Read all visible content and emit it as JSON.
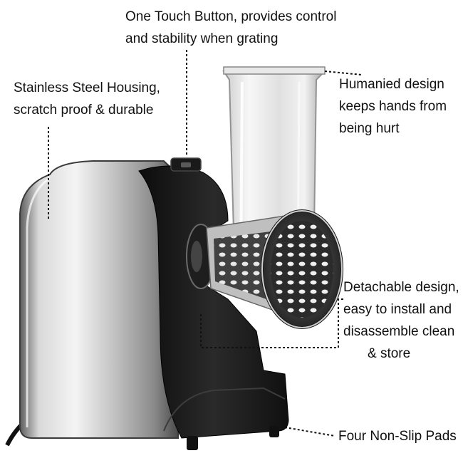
{
  "callouts": {
    "button": {
      "line1": "One Touch Button, provides control",
      "line2": "and stability when grating"
    },
    "housing": {
      "line1": "Stainless Steel Housing,",
      "line2": "scratch proof & durable"
    },
    "humanized": {
      "line1": "Humanied design",
      "line2": "keeps hands from",
      "line3": "being hurt"
    },
    "detachable": {
      "line1": "Detachable design,",
      "line2": "easy to install and",
      "line3": "disassemble clean",
      "line4": "& store"
    },
    "pads": {
      "line1": "Four Non-Slip Pads"
    }
  },
  "colors": {
    "background": "#ffffff",
    "body_black": "#141414",
    "steel_light": "#e8e8e8",
    "steel_dark": "#6e6e6e",
    "text": "#111111"
  }
}
